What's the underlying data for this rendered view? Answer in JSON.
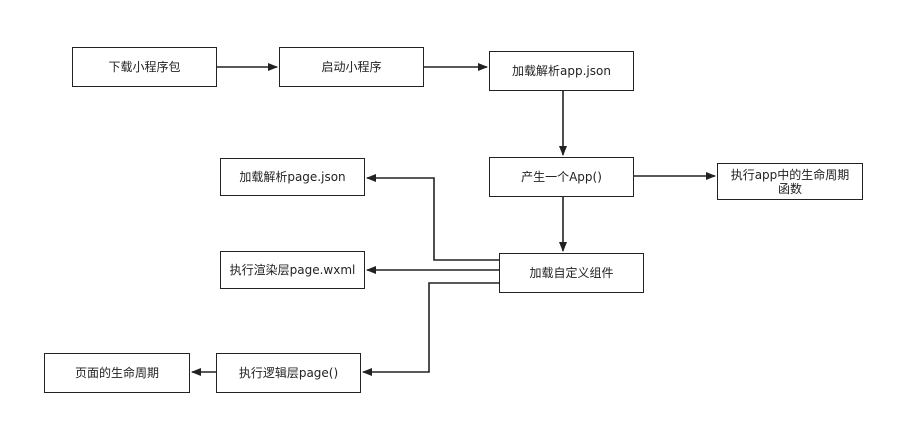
{
  "diagram": {
    "nodes": {
      "download": "下载小程序包",
      "start": "启动小程序",
      "app_json": "加载解析app.json",
      "create_app": "产生一个App()",
      "app_lifecycle": "执行app中的生命周期函数",
      "page_json": "加载解析page.json",
      "custom_component": "加载自定义组件",
      "render_wxml": "执行渲染层page.wxml",
      "logic_page": "执行逻辑层page()",
      "page_lifecycle": "页面的生命周期"
    },
    "edges": [
      {
        "from": "download",
        "to": "start"
      },
      {
        "from": "start",
        "to": "app_json"
      },
      {
        "from": "app_json",
        "to": "create_app"
      },
      {
        "from": "create_app",
        "to": "app_lifecycle"
      },
      {
        "from": "create_app",
        "to": "custom_component"
      },
      {
        "from": "custom_component",
        "to": "page_json"
      },
      {
        "from": "custom_component",
        "to": "render_wxml"
      },
      {
        "from": "custom_component",
        "to": "logic_page"
      },
      {
        "from": "logic_page",
        "to": "page_lifecycle"
      }
    ],
    "colors": {
      "stroke": "#222222",
      "background": "#ffffff"
    }
  }
}
